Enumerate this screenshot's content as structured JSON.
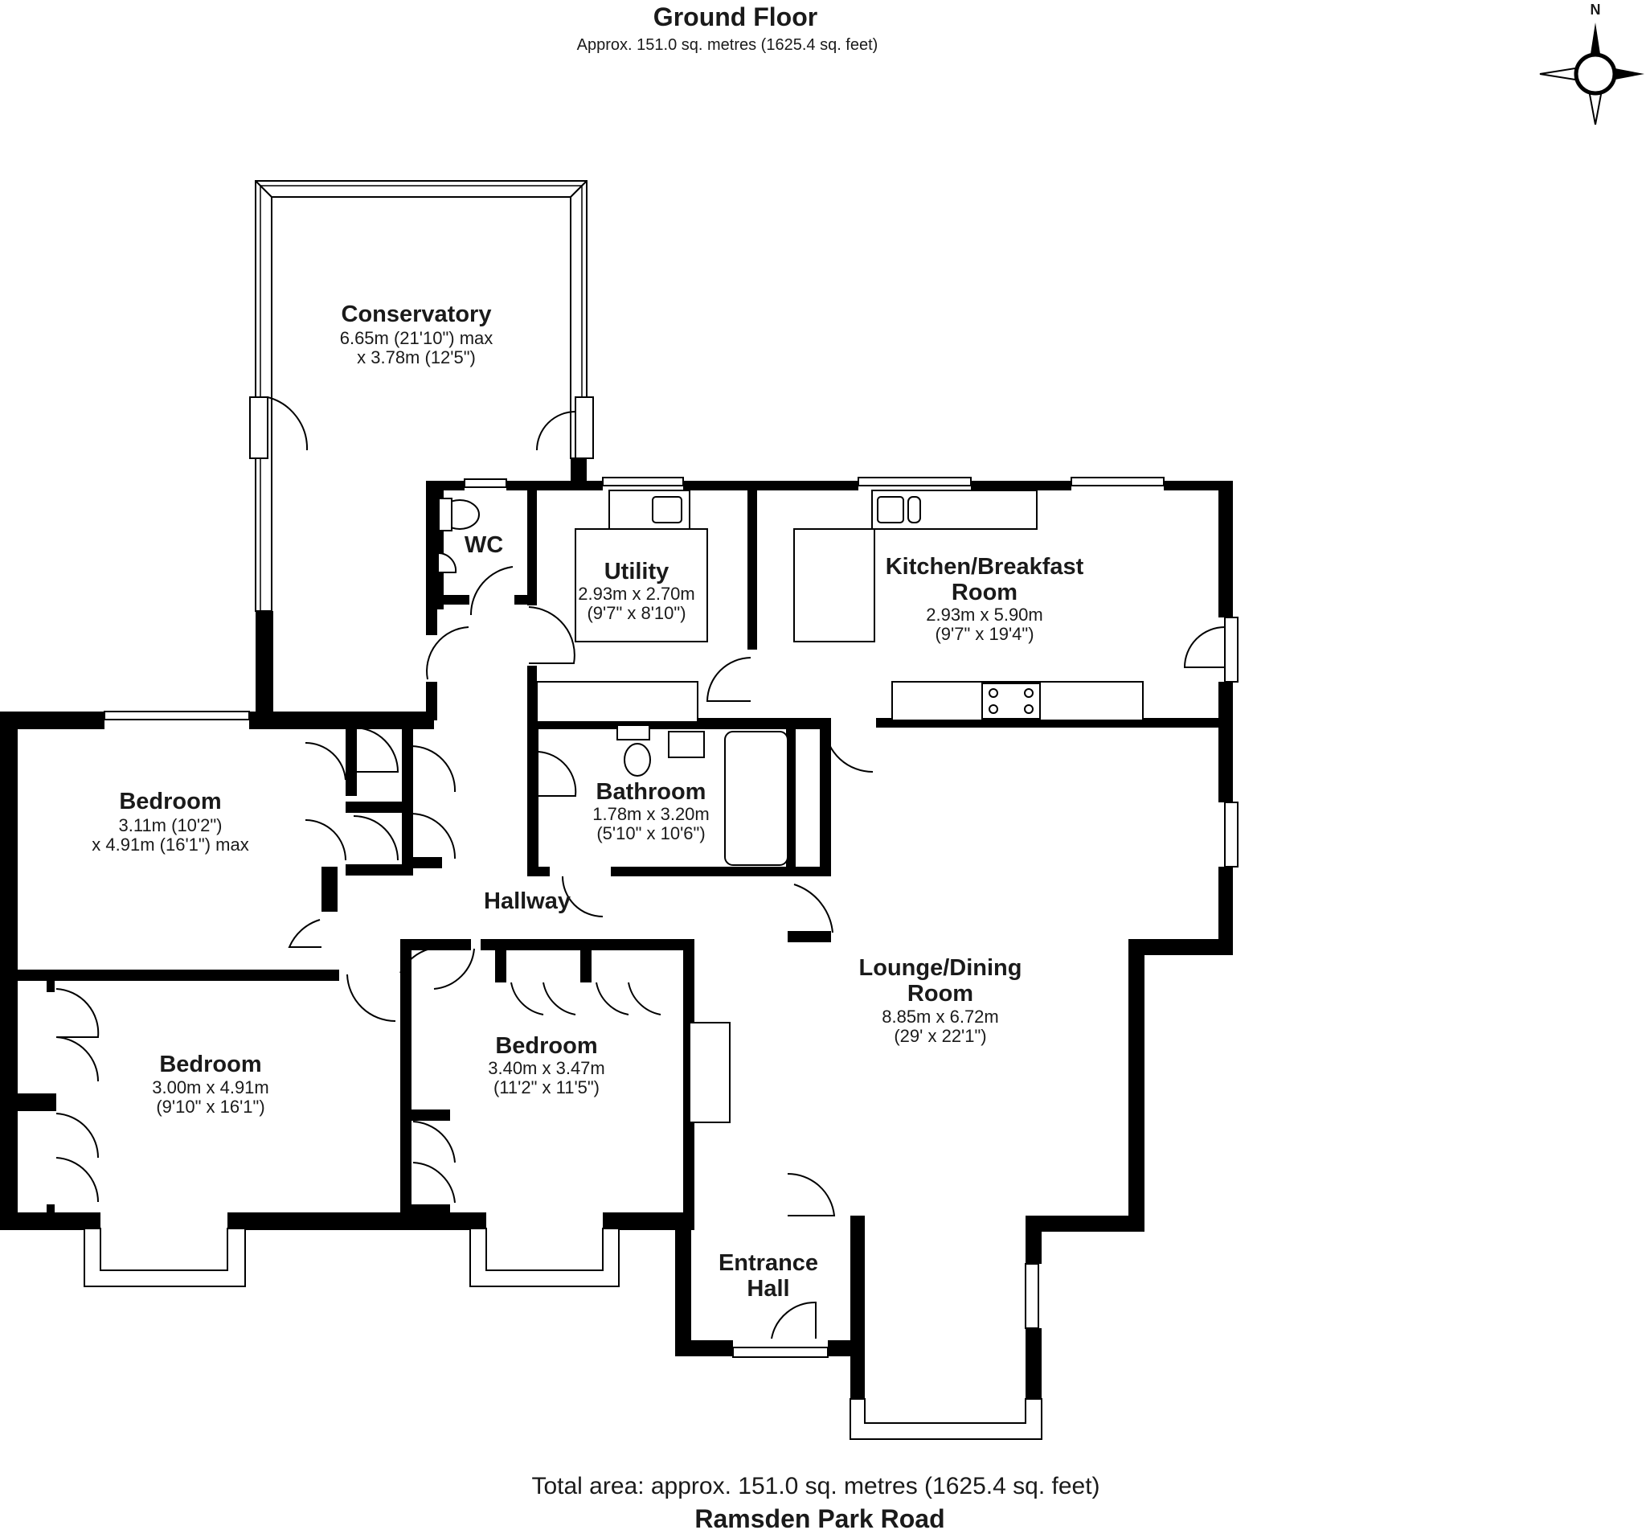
{
  "header": {
    "title": "Ground Floor",
    "subtitle": "Approx. 151.0 sq. metres (1625.4 sq. feet)"
  },
  "compass": {
    "label": "N"
  },
  "rooms": {
    "conservatory": {
      "name": "Conservatory",
      "dim1": "6.65m (21'10\") max",
      "dim2": "x 3.78m (12'5\")"
    },
    "wc": {
      "name": "WC"
    },
    "utility": {
      "name": "Utility",
      "dim1": "2.93m x 2.70m",
      "dim2": "(9'7\" x 8'10\")"
    },
    "kitchen": {
      "name1": "Kitchen/Breakfast",
      "name2": "Room",
      "dim1": "2.93m x 5.90m",
      "dim2": "(9'7\" x 19'4\")"
    },
    "bedroom1": {
      "name": "Bedroom",
      "dim1": "3.11m (10'2\")",
      "dim2": "x 4.91m (16'1\") max"
    },
    "bathroom": {
      "name": "Bathroom",
      "dim1": "1.78m x 3.20m",
      "dim2": "(5'10\" x 10'6\")"
    },
    "hallway": {
      "name": "Hallway"
    },
    "lounge": {
      "name1": "Lounge/Dining",
      "name2": "Room",
      "dim1": "8.85m x 6.72m",
      "dim2": "(29' x 22'1\")"
    },
    "bedroom2": {
      "name": "Bedroom",
      "dim1": "3.00m x 4.91m",
      "dim2": "(9'10\" x 16'1\")"
    },
    "bedroom3": {
      "name": "Bedroom",
      "dim1": "3.40m x 3.47m",
      "dim2": "(11'2\" x 11'5\")"
    },
    "entrance": {
      "name1": "Entrance",
      "name2": "Hall"
    }
  },
  "footer": {
    "total_area": "Total area: approx. 151.0 sq. metres (1625.4 sq. feet)",
    "address": "Ramsden Park Road"
  }
}
